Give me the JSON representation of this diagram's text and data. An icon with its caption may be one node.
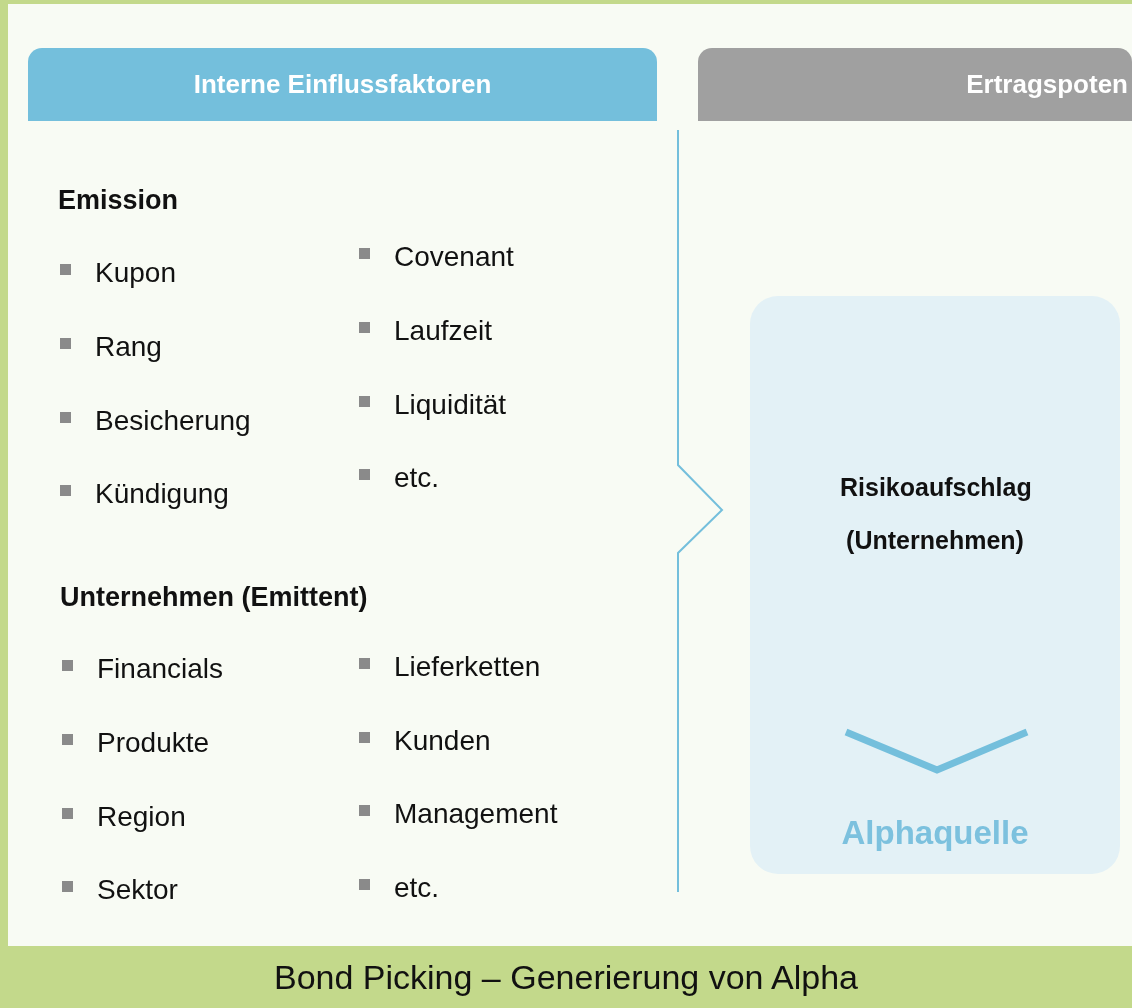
{
  "diagram": {
    "caption": "Bond Picking – Generierung von Alpha",
    "nodes": [
      {
        "text": [
          "Interne Einflussfaktoren"
        ]
      },
      {
        "text": [
          "Ertragspoten"
        ]
      },
      {
        "text": [
          "Risikoaufschlag (Unternehmen)",
          "Alphaquelle"
        ]
      }
    ],
    "labels": [
      "Emission",
      "Kupon",
      "Rang",
      "Besicherung",
      "Kündigung",
      "Covenant",
      "Laufzeit",
      "Liquidität",
      "etc.",
      "Unternehmen (Emittent)",
      "Financials",
      "Produkte",
      "Region",
      "Sektor",
      "Lieferketten",
      "Kunden",
      "Management",
      "etc."
    ]
  }
}
